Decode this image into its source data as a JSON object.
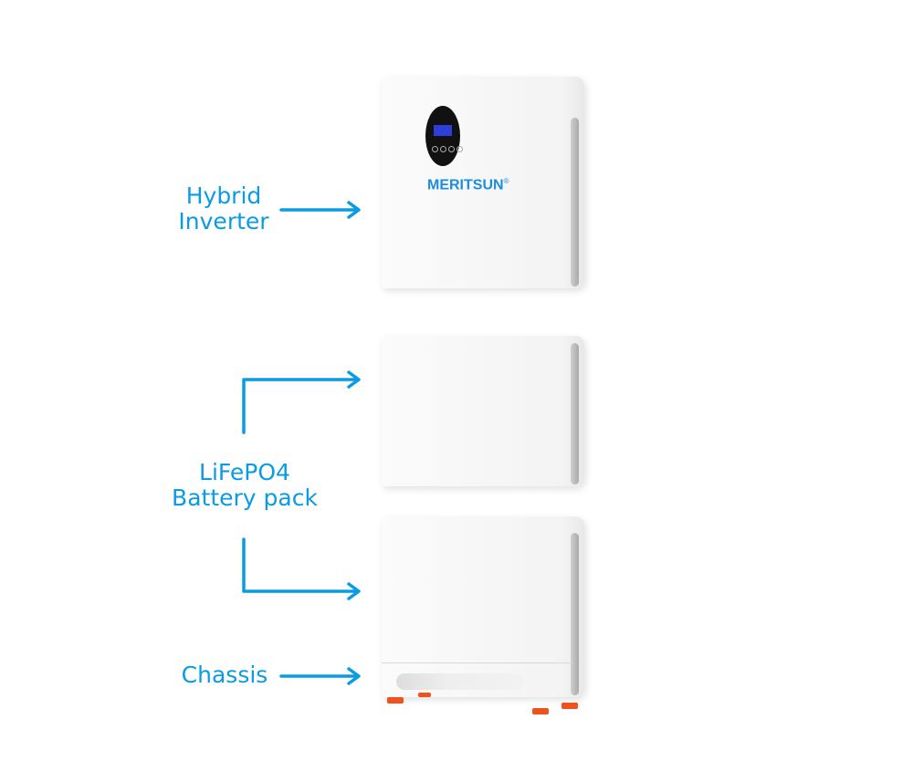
{
  "labels": {
    "inverter_line1": "Hybrid",
    "inverter_line2": "Inverter",
    "battery_line1": "LiFePO4",
    "battery_line2": "Battery pack",
    "chassis": "Chassis"
  },
  "product": {
    "brand": "MERITSUN",
    "registered_mark": "®"
  },
  "colors": {
    "accent": "#0a9be3",
    "brand": "#1b8de0",
    "feet": "#f0521c"
  }
}
